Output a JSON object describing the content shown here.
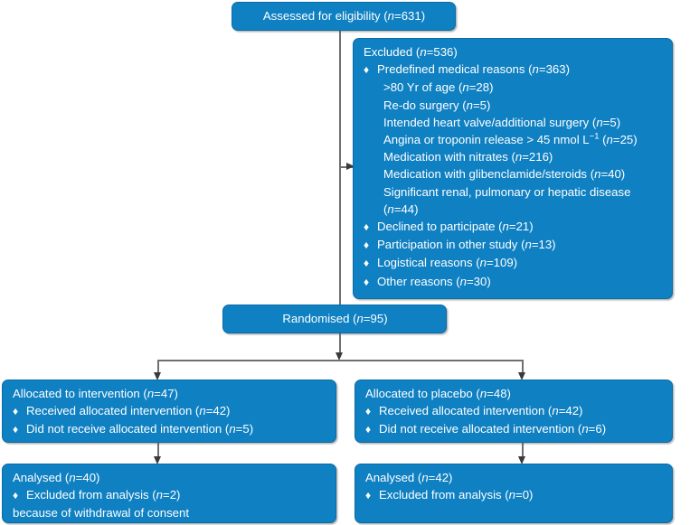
{
  "diagram": {
    "type": "consort-flow-diagram",
    "accent_color": "#0f80c2",
    "border_color": "#0a6ca6",
    "text_color": "#ffffff",
    "connector_color": "#6f6f6f",
    "background_color": "#ffffff"
  },
  "boxes": {
    "assessed": {
      "title": "Assessed for eligibility (n=631)",
      "label": "Assessed for eligibility (",
      "n_symbol": "n",
      "value": "=631)"
    },
    "excluded": {
      "title": "Excluded (n=536)",
      "label": "Excluded (",
      "value": "=536)",
      "items": [
        {
          "bullet": "♦",
          "text_pre": "Predefined medical reasons (",
          "text_post": "=363)"
        },
        {
          "bullet": "♦",
          "text_pre": "Declined to participate (",
          "text_post": "=21)"
        },
        {
          "bullet": "♦",
          "text_pre": "Participation in other study (",
          "text_post": "=13)"
        },
        {
          "bullet": "♦",
          "text_pre": "Logistical reasons (",
          "text_post": "=109)"
        },
        {
          "bullet": "♦",
          "text_pre": "Other reasons (",
          "text_post": "=30)"
        }
      ],
      "medical_sub_items": [
        {
          "text_pre": ">80 Yr of age (",
          "text_post": "=28)"
        },
        {
          "text_pre": "Re-do surgery (",
          "text_post": "=5)"
        },
        {
          "text_pre": "Intended heart valve/additional surgery (",
          "text_post": "=5)"
        },
        {
          "text_pre": "Angina or troponin release > 45 nmol L",
          "sup": "−1",
          "text_mid": " (",
          "text_post": "=25)"
        },
        {
          "text_pre": "Medication with nitrates (",
          "text_post": "=216)"
        },
        {
          "text_pre": "Medication with glibenclamide/steroids (",
          "text_post": "=40)"
        },
        {
          "text_pre": "Significant renal, pulmonary or hepatic disease",
          "text_post": ""
        },
        {
          "text_pre": "(",
          "text_post": "=44)"
        }
      ]
    },
    "randomised": {
      "title": "Randomised (n=95)",
      "label": "Randomised (",
      "value": "=95)"
    },
    "allocated_intervention": {
      "title": "Allocated to intervention (n=47)",
      "label": "Allocated to intervention (",
      "value": "=47)",
      "items": [
        {
          "bullet": "♦",
          "text_pre": "Received allocated intervention (",
          "text_post": "=42)"
        },
        {
          "bullet": "♦",
          "text_pre": "Did not receive allocated intervention (",
          "text_post": "=5)"
        }
      ]
    },
    "allocated_placebo": {
      "title": "Allocated to placebo (n=48)",
      "label": "Allocated to placebo (",
      "value": "=48)",
      "items": [
        {
          "bullet": "♦",
          "text_pre": "Received allocated intervention (",
          "text_post": "=42)"
        },
        {
          "bullet": "♦",
          "text_pre": "Did not receive allocated intervention (",
          "text_post": "=6)"
        }
      ]
    },
    "analysed_intervention": {
      "title": "Analysed (n=40)",
      "label": "Analysed (",
      "value": "=40)",
      "items": [
        {
          "bullet": "♦",
          "text_pre": "Excluded from analysis (",
          "text_post": "=2)"
        }
      ],
      "footnote": "because of withdrawal of consent"
    },
    "analysed_placebo": {
      "title": "Analysed (n=42)",
      "label": "Analysed (",
      "value": "=42)",
      "items": [
        {
          "bullet": "♦",
          "text_pre": "Excluded from analysis (",
          "text_post": "=0)"
        }
      ],
      "footnote": ""
    }
  },
  "symbols": {
    "n": "n",
    "bullet": "♦",
    "superscript_minus_one": "−1"
  }
}
